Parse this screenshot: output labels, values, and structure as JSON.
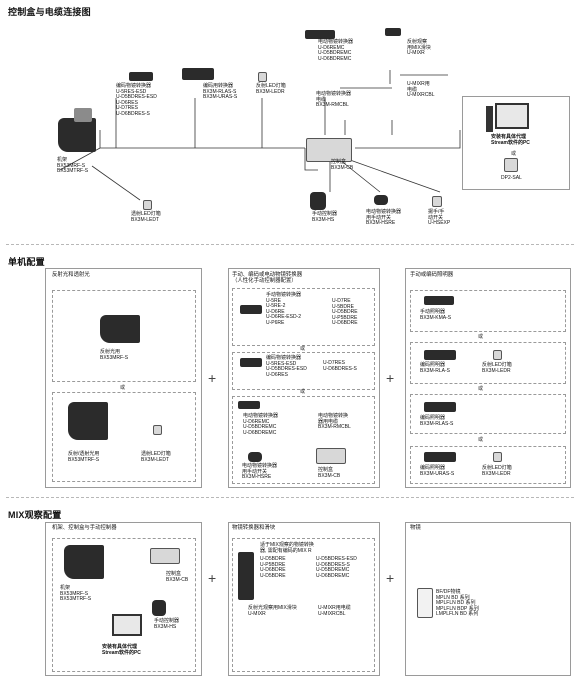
{
  "sections": {
    "top_title": "控制盒与电缆连接图",
    "single_title": "单机配置",
    "mix_title": "MIX观察配置"
  },
  "top": {
    "microscope": "机架\nBX53MRF-S\nBX53MTRF-S",
    "led": "透射LED灯箱\nBX3M-LEDT",
    "coded_nosepiece": "编码物镜转换器\nU-5RES-ESD\nU-D5BDRES-ESD\nU-D6RES\nU-D7RES\nU-D6BDRES-S",
    "coded_turret": "编码用转换器\nBX3M-RLAS-S\nBX3M-URAS-S",
    "reflect_led": "反射LED灯箱\nBX3M-LEDR",
    "motor_nosepiece": "电动物镜转换器\nU-D6REMC\nU-D5BDREMC\nU-D6BDREMC",
    "mix_slider": "反射观察\n用MIX滑块\nU-MIXR",
    "motor_cable": "电动物镜转换器\n电缆\nBX3M-RMCBL",
    "mix_cable": "U-MIXR用\n电缆\nU-MIXRCBL",
    "pc": "安装有具体代理\nStream软件的PC",
    "pc_or": "或",
    "dp2sal": "DP2-SAL",
    "control_box": "控制盒\nBX3M-CB",
    "hand_switch": "手动控制器\nBX3M-HS",
    "hand_switch_2": "电动物镜转换器\n用手动开关\nBX3M-HSRE",
    "foot_switch": "揚手/手\n动开关\nU-HSEXP"
  },
  "single": {
    "col1_title": "反射光和透射光",
    "col1_item1": "反射光用\nBX53MRF-S",
    "col1_or": "或",
    "col1_item2": "反射/透射光用\nBX53MTRF-S",
    "col1_led": "透射LED灯箱\nBX3M-LEDT",
    "col2_title": "手动、编码或电动物镜转换器\n（人性化手动控制器配置）",
    "col2_box1_a": "手动物镜转换器\nU-5RE\nU-5RE-2\nU-D6RE\nU-D6RE-ESD-2\nU-P6RE",
    "col2_box1_b": "U-D7RE\nU-5BDRE\nU-D5BDRE\nU-P5BDRE\nU-D6BDRE",
    "col2_or1": "或",
    "col2_box2_a": "编码物镜转换器\nU-5RES-ESD\nU-D5BDRES-ESD\nU-D6RES",
    "col2_box2_b": "U-D7RES\nU-D6BDRES-S",
    "col2_or2": "或",
    "col2_box3_a": "电动物镜转换器\nU-D6REMC\nU-D5BDREMC\nU-D6BDREMC",
    "col2_box3_b": "电动物镜转换\n器用电缆\nBX3M-RMCBL",
    "col2_box3_c": "电动物镜转换器\n用手动开关\nBX3M-HSRE",
    "col2_box3_d": "控制盒\nBX3M-CB",
    "col3_title": "手动或编码照明器",
    "col3_item1": "手动照明器\nBX3M-KMA-S",
    "col3_or1": "或",
    "col3_item2": "编码照明器\nBX3M-RLA-S",
    "col3_led2": "反射LED灯箱\nBX3M-LEDR",
    "col3_or2": "或",
    "col3_item3": "编码照明器\nBX3M-RLAS-S",
    "col3_or3": "或",
    "col3_item4": "编码照明器\nBX3M-URAS-S",
    "col3_led4": "反射LED灯箱\nBX3M-LEDR"
  },
  "mix": {
    "col1_title": "机架、控制盒与手动控制器",
    "col1_frame": "机架\nBX53MRF-S\nBX53MTRF-S",
    "col1_cb": "控制盒\nBX3M-CB",
    "col1_hs": "手动控制器\nBX3M-HS",
    "col1_pc": "安装有具体代理\nStream软件的PC",
    "col2_title": "物镜转换器和滑块",
    "col2_text_a": "适于MIX观察的物镜转换\n器, 需配有编码的MIX R",
    "col2_list_a": "U-D5BDRE\nU-P5BDRE\nU-D6BDRE\nU-D5BDRE",
    "col2_list_b": "U-D5BDRES-ESD\nU-D6BDRES-S\nU-D5BDREMC\nU-D6BDREMC",
    "col2_slider": "反射光观察用MIX滑块\nU-MIXR",
    "col2_cable": "U-MIXR用电缆\nU-MIXRCBL",
    "col3_title": "物镜",
    "col3_text": "BF/DF物镜\nMPLN BD 系列\nMPLFLN BD 系列\nMPLFLN BDP 系列\nLMPLFLN BD 系列"
  },
  "plus": "+"
}
